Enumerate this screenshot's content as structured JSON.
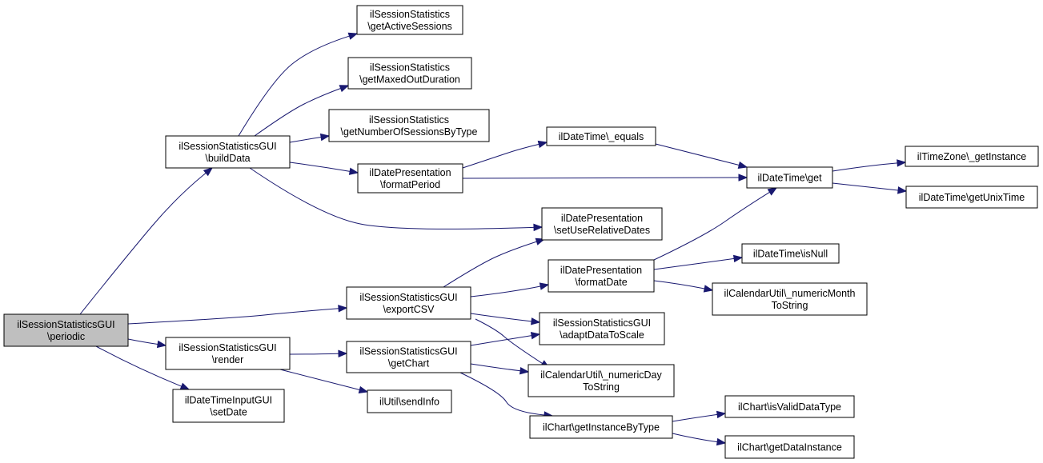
{
  "diagram": {
    "type": "call-graph",
    "colors": {
      "edge": "#191970",
      "root_fill": "#bfbfbf",
      "node_fill": "#ffffff",
      "node_border": "#000000"
    },
    "nodes": [
      {
        "id": "periodic",
        "lines": [
          "ilSessionStatisticsGUI",
          "\\periodic"
        ],
        "root": true
      },
      {
        "id": "buildData",
        "lines": [
          "ilSessionStatisticsGUI",
          "\\buildData"
        ]
      },
      {
        "id": "exportCSV",
        "lines": [
          "ilSessionStatisticsGUI",
          "\\exportCSV"
        ]
      },
      {
        "id": "render",
        "lines": [
          "ilSessionStatisticsGUI",
          "\\render"
        ]
      },
      {
        "id": "setDate",
        "lines": [
          "ilDateTimeInputGUI",
          "\\setDate"
        ]
      },
      {
        "id": "getActiveSessions",
        "lines": [
          "ilSessionStatistics",
          "\\getActiveSessions"
        ]
      },
      {
        "id": "getMaxedOutDuration",
        "lines": [
          "ilSessionStatistics",
          "\\getMaxedOutDuration"
        ]
      },
      {
        "id": "getNumberOfSessionsByType",
        "lines": [
          "ilSessionStatistics",
          "\\getNumberOfSessionsByType"
        ]
      },
      {
        "id": "formatPeriod",
        "lines": [
          "ilDatePresentation",
          "\\formatPeriod"
        ]
      },
      {
        "id": "setUseRelativeDates",
        "lines": [
          "ilDatePresentation",
          "\\setUseRelativeDates"
        ]
      },
      {
        "id": "formatDate",
        "lines": [
          "ilDatePresentation",
          "\\formatDate"
        ]
      },
      {
        "id": "adaptDataToScale",
        "lines": [
          "ilSessionStatisticsGUI",
          "\\adaptDataToScale"
        ]
      },
      {
        "id": "getChart",
        "lines": [
          "ilSessionStatisticsGUI",
          "\\getChart"
        ]
      },
      {
        "id": "sendInfo",
        "lines": [
          "ilUtil\\sendInfo"
        ]
      },
      {
        "id": "equals",
        "lines": [
          "ilDateTime\\_equals"
        ]
      },
      {
        "id": "get",
        "lines": [
          "ilDateTime\\get"
        ]
      },
      {
        "id": "isNull",
        "lines": [
          "ilDateTime\\isNull"
        ]
      },
      {
        "id": "numericMonthToString",
        "lines": [
          "ilCalendarUtil\\_numericMonth",
          "ToString"
        ]
      },
      {
        "id": "numericDayToString",
        "lines": [
          "ilCalendarUtil\\_numericDay",
          "ToString"
        ]
      },
      {
        "id": "getInstanceByType",
        "lines": [
          "ilChart\\getInstanceByType"
        ]
      },
      {
        "id": "getInstance",
        "lines": [
          "ilTimeZone\\_getInstance"
        ]
      },
      {
        "id": "getUnixTime",
        "lines": [
          "ilDateTime\\getUnixTime"
        ]
      },
      {
        "id": "isValidDataType",
        "lines": [
          "ilChart\\isValidDataType"
        ]
      },
      {
        "id": "getDataInstance",
        "lines": [
          "ilChart\\getDataInstance"
        ]
      }
    ],
    "edges": [
      {
        "from": "periodic",
        "to": "buildData"
      },
      {
        "from": "periodic",
        "to": "exportCSV"
      },
      {
        "from": "periodic",
        "to": "render"
      },
      {
        "from": "periodic",
        "to": "setDate"
      },
      {
        "from": "buildData",
        "to": "getActiveSessions"
      },
      {
        "from": "buildData",
        "to": "getMaxedOutDuration"
      },
      {
        "from": "buildData",
        "to": "getNumberOfSessionsByType"
      },
      {
        "from": "buildData",
        "to": "formatPeriod"
      },
      {
        "from": "buildData",
        "to": "setUseRelativeDates"
      },
      {
        "from": "formatPeriod",
        "to": "equals"
      },
      {
        "from": "formatPeriod",
        "to": "get"
      },
      {
        "from": "equals",
        "to": "get"
      },
      {
        "from": "get",
        "to": "getInstance"
      },
      {
        "from": "get",
        "to": "getUnixTime"
      },
      {
        "from": "exportCSV",
        "to": "setUseRelativeDates"
      },
      {
        "from": "exportCSV",
        "to": "formatDate"
      },
      {
        "from": "exportCSV",
        "to": "adaptDataToScale"
      },
      {
        "from": "exportCSV",
        "to": "numericDayToString"
      },
      {
        "from": "formatDate",
        "to": "get"
      },
      {
        "from": "formatDate",
        "to": "isNull"
      },
      {
        "from": "formatDate",
        "to": "numericMonthToString"
      },
      {
        "from": "render",
        "to": "getChart"
      },
      {
        "from": "render",
        "to": "sendInfo"
      },
      {
        "from": "getChart",
        "to": "adaptDataToScale"
      },
      {
        "from": "getChart",
        "to": "numericDayToString"
      },
      {
        "from": "getChart",
        "to": "getInstanceByType"
      },
      {
        "from": "getInstanceByType",
        "to": "isValidDataType"
      },
      {
        "from": "getInstanceByType",
        "to": "getDataInstance"
      }
    ]
  }
}
